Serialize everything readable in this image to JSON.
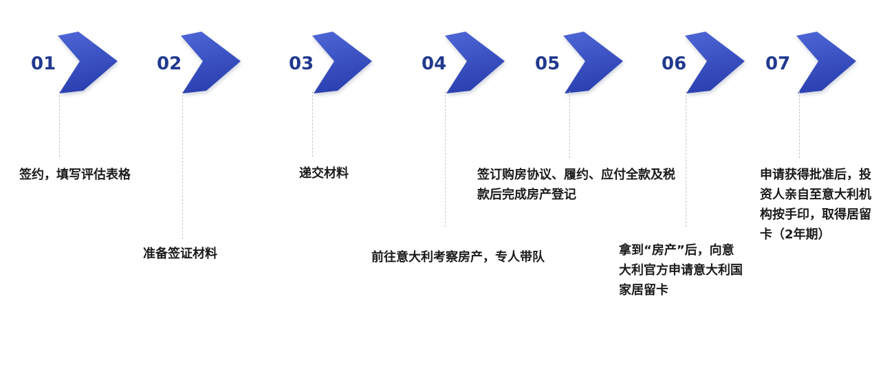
{
  "diagram": {
    "type": "horizontal-process-flow",
    "step_count": 7,
    "colors": {
      "chevron_gradient_top": "#4e66d6",
      "chevron_gradient_bottom": "#2b40b0",
      "step_number": "#21398f",
      "body_text": "#1a1a1a",
      "connector_line": "#c4c4c4",
      "background": "#ffffff"
    },
    "steps": [
      {
        "number": "01",
        "lines": [
          "签约，填写评估表格"
        ]
      },
      {
        "number": "02",
        "lines": [
          "准备签证材料"
        ]
      },
      {
        "number": "03",
        "lines": [
          "递交材料"
        ]
      },
      {
        "number": "04",
        "lines": [
          "前往意大利考察房产，专人带队"
        ]
      },
      {
        "number": "05",
        "lines": [
          "签订购房协议、履约、应付全款及税",
          "款后完成房产登记"
        ]
      },
      {
        "number": "06",
        "lines": [
          "拿到“房产”后，向意",
          "大利官方申请意大利国",
          "家居留卡"
        ]
      },
      {
        "number": "07",
        "lines": [
          "申请获得批准后，投",
          "资人亲自至意大利机",
          "构按手印，取得居留",
          "卡（2年期）"
        ]
      }
    ]
  }
}
